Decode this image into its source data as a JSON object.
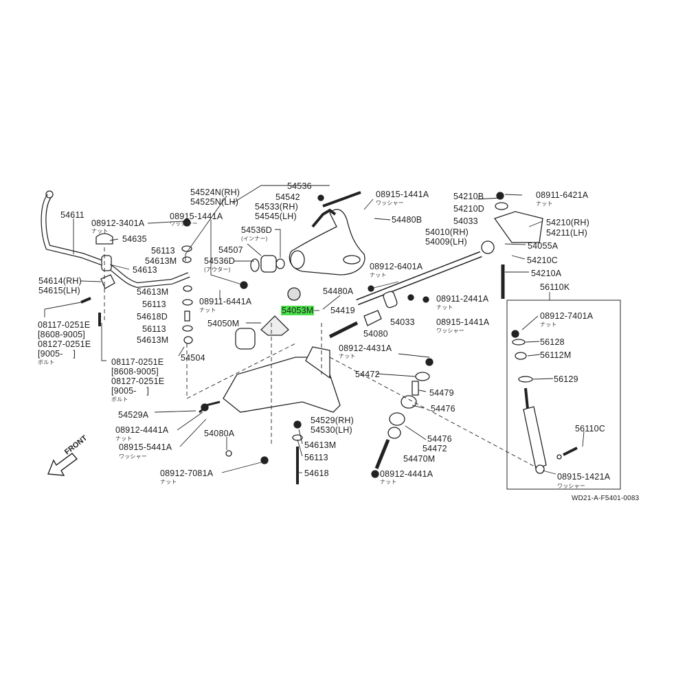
{
  "diagram_code": "WD21-A-F5401-0083",
  "direction_label": "FRONT",
  "highlighted_part": "54053M",
  "highlight_color": "#4be04b",
  "labels": [
    "54611",
    "08912-3401A",
    "ナット",
    "54635",
    "54613",
    "54614(RH)",
    "54615(LH)",
    "08117-0251E",
    "[8608-9005]",
    "08127-0251E",
    "[9005-    ]",
    "ボルト",
    "08117-0251E",
    "[8608-9005]",
    "08127-0251E",
    "[9005-    ]",
    "ボルト",
    "08915-1441A",
    "ワッシャー",
    "56113",
    "54613M",
    "54613M",
    "56113",
    "54618D",
    "56113",
    "54613M",
    "54524N(RH)",
    "54525N(LH)",
    "54536",
    "54542",
    "54533(RH)",
    "54545(LH)",
    "54536D",
    "(インナー)",
    "54507",
    "54536D",
    "(アウター)",
    "08911-6441A",
    "ナット",
    "54050M",
    "54053M",
    "54480A",
    "54419",
    "54504",
    "08915-1441A",
    "ワッシャー",
    "54480B",
    "08912-6401A",
    "ナット",
    "54033",
    "54080",
    "08911-2441A",
    "ナット",
    "08915-1441A",
    "ワッシャー",
    "08912-4431A",
    "ナット",
    "54472",
    "54479",
    "54476",
    "54476",
    "54472",
    "54470M",
    "08912-4441A",
    "ナット",
    "54529A",
    "08912-4441A",
    "ナット",
    "08915-5441A",
    "ワッシャー",
    "54080A",
    "08912-7081A",
    "ナット",
    "54529(RH)",
    "54530(LH)",
    "54613M",
    "56113",
    "54618",
    "54210B",
    "54210D",
    "54033",
    "54010(RH)",
    "54009(LH)",
    "08911-6421A",
    "ナット",
    "54210(RH)",
    "54211(LH)",
    "54055A",
    "54210C",
    "54210A",
    "56110K",
    "08912-7401A",
    "ナット",
    "56128",
    "56112M",
    "56129",
    "56110C",
    "08915-1421A",
    "ワッシャー"
  ]
}
